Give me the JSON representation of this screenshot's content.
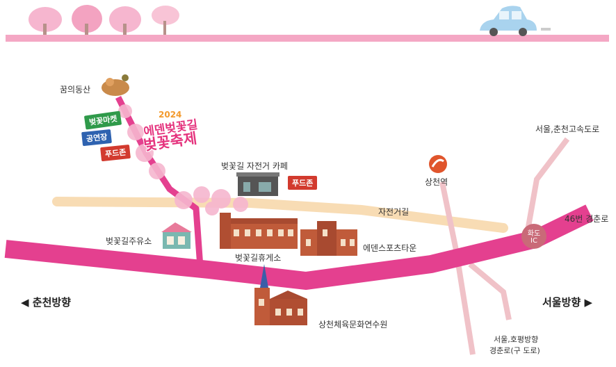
{
  "colors": {
    "main_road": "#e4408f",
    "top_bar": "#f4a7c4",
    "bike_path": "#f8dcb4",
    "side_road": "#f0c2c8",
    "blossom": "#f6b6cf",
    "car": "#a9d3ee"
  },
  "festival": {
    "year": "2024",
    "line1": "에덴벚꽃길",
    "line2": "벚꽃축제"
  },
  "signs": {
    "market": "벚꽃마켓",
    "square": "공연장",
    "food_zone_1": "푸드존",
    "food_zone_2": "푸드존"
  },
  "labels": {
    "dream_hill": "꿈의동산",
    "bike_cafe": "벚꽃길 자전거 카페",
    "sangcheon_station": "상천역",
    "bike_path": "자전거길",
    "seoul_chuncheon_expwy": "서울,춘천고속도로",
    "route_46": "46번 경춘로",
    "hwado_ic": "화도 IC",
    "parking": "벚꽃길주유소",
    "rest_area": "벚꽃길휴게소",
    "eden_sports_town": "에덴스포츠타운",
    "to_chuncheon": "춘천방향",
    "to_seoul": "서울방향",
    "youth_center": "상천체육문화연수원",
    "seoul_hopyeong_line1": "서울,호평방향",
    "seoul_hopyeong_line2": "경춘로(구 도로)"
  },
  "icons": {
    "left_arrow": "arrow-left-icon",
    "right_arrow": "arrow-right-icon",
    "station": "subway-station-icon"
  }
}
